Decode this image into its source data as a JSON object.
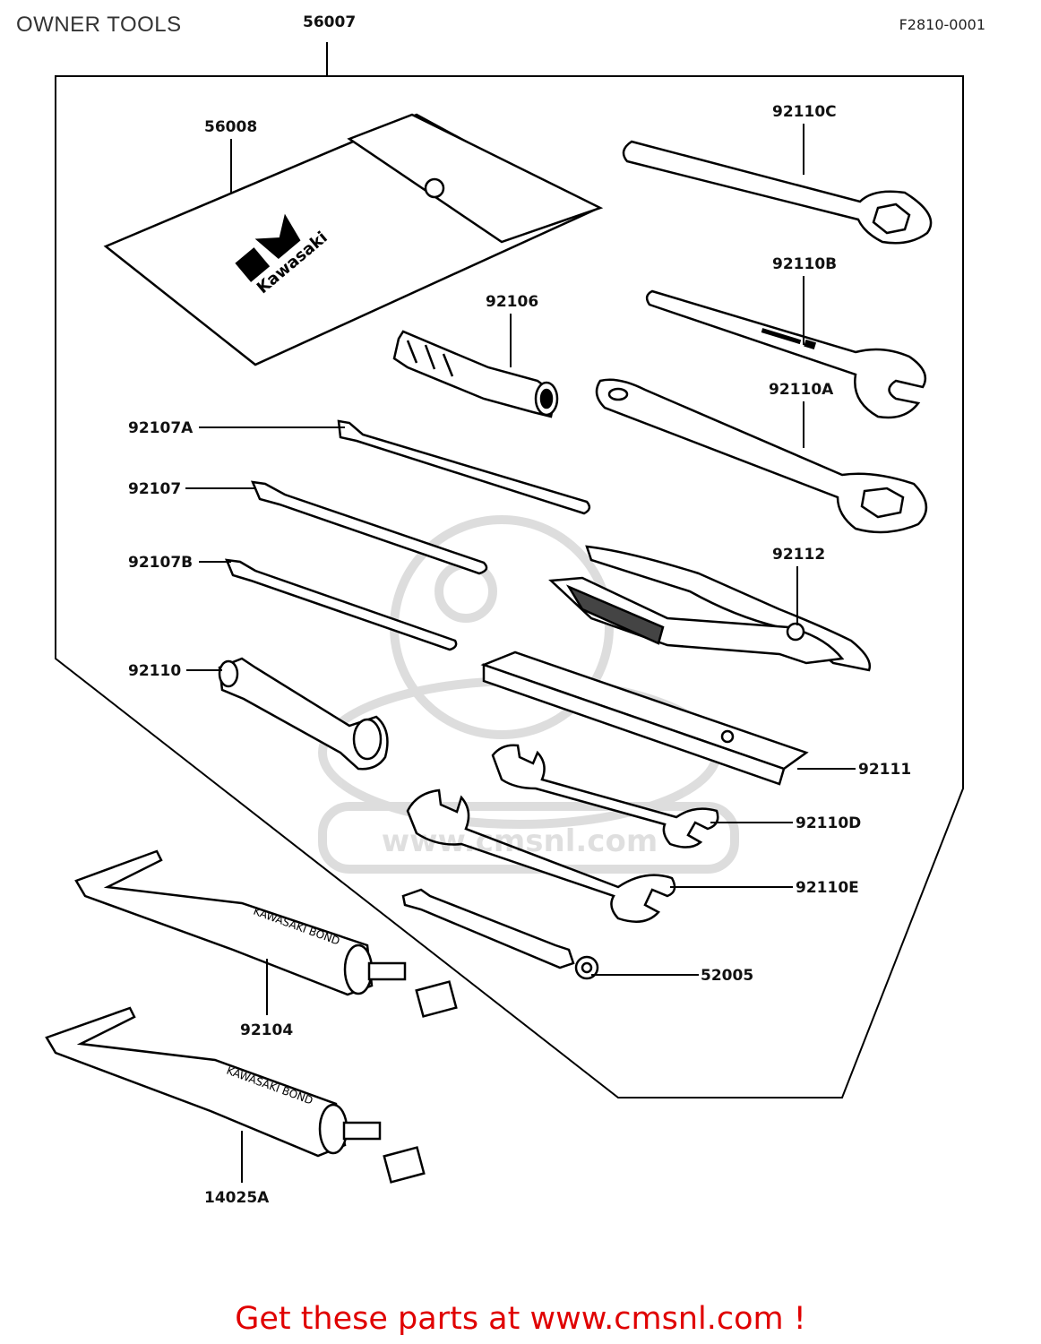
{
  "header": {
    "title": "OWNER TOOLS",
    "drawing_ref": "F2810-0001"
  },
  "parts": {
    "p56007": "56007",
    "p56008": "56008",
    "p92110C": "92110C",
    "p92110B": "92110B",
    "p92106": "92106",
    "p92110A": "92110A",
    "p92107A": "92107A",
    "p92107": "92107",
    "p92107B": "92107B",
    "p92112": "92112",
    "p92110": "92110",
    "p92111": "92111",
    "p92110D": "92110D",
    "p92110E": "92110E",
    "p52005": "52005",
    "p92104": "92104",
    "p14025A": "14025A"
  },
  "artwork_text": {
    "pouch_logo": "Kawasaki",
    "tube_label_1": "KAWASAKI BOND",
    "tube_label_2": "KAWASAKI BOND",
    "watermark": "www.cmsnl.com"
  },
  "footer": {
    "text": "Get these parts at www.cmsnl.com !"
  }
}
